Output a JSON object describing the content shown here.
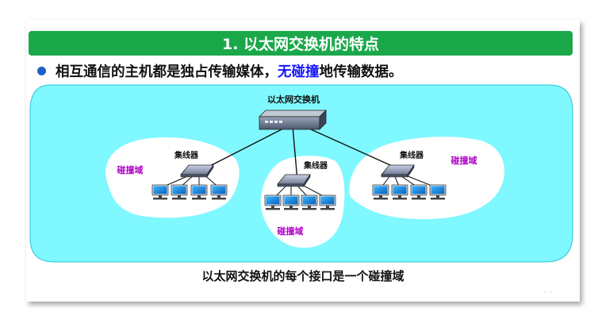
{
  "title": "1. 以太网交换机的特点",
  "bullet": {
    "text_before": "相互通信的主机都是独占传输媒体，",
    "highlight": "无碰撞",
    "text_after": "地传输数据。"
  },
  "diagram": {
    "switch_label": "以太网交换机",
    "hub_label": "集线器",
    "collision_domain_label": "碰撞域",
    "caption": "以太网交换机的每个接口是一个碰撞域"
  },
  "colors": {
    "title_bg": "#1aa84a",
    "highlight": "#1515ff",
    "region_fill": "#7ff8ff",
    "domain_label": "#b000c8"
  }
}
